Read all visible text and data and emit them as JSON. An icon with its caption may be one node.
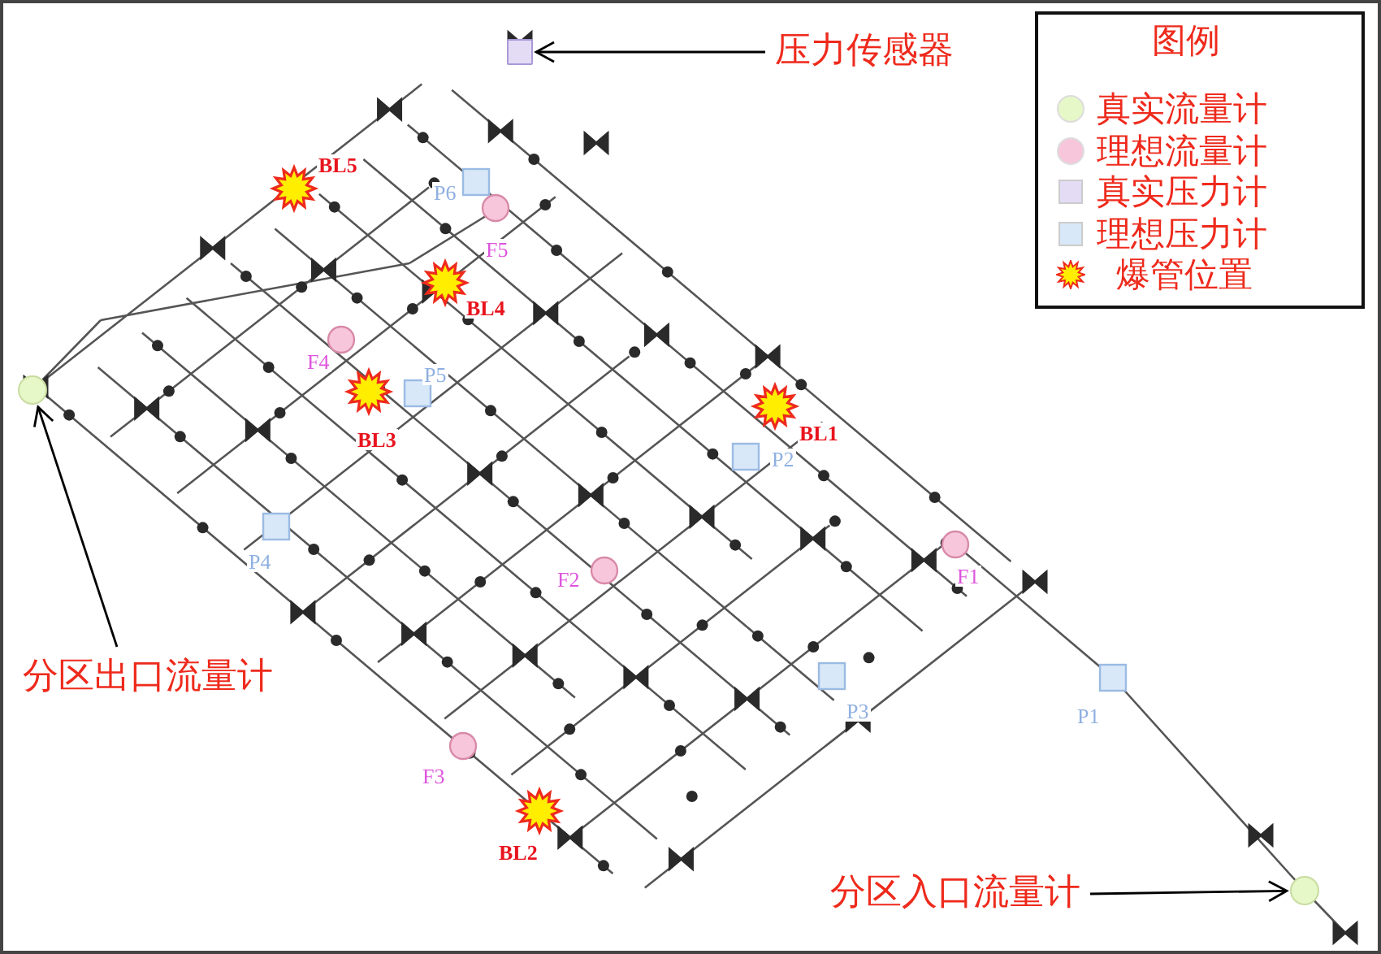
{
  "diagram": {
    "nodes": [
      {
        "text": [
          "压力传感器"
        ]
      },
      {
        "text": [],
        "shape": "box"
      },
      {
        "text": [
          "分区出口流量计"
        ]
      },
      {
        "text": [],
        "shape": "circle"
      },
      {
        "text": [
          "分区入口流量计"
        ]
      },
      {
        "text": [],
        "shape": "circle"
      }
    ],
    "edges": [
      {
        "from": 0,
        "to": 1,
        "arrow": "to"
      },
      {
        "from": 2,
        "to": 3,
        "arrow": "to"
      },
      {
        "from": 4,
        "to": 5,
        "arrow": "to"
      }
    ],
    "labels": [
      "图例",
      "BL5",
      "P6",
      "F5",
      "BL4",
      "F4",
      "P5",
      "BL1",
      "BL3",
      "P2",
      "P4",
      "F1",
      "F2",
      "P3",
      "P1",
      "F3",
      "BL2"
    ],
    "legend": [
      {
        "text": "真实流量计",
        "color": "#e6f7c8"
      },
      {
        "text": "理想流量计",
        "color": "#f7c6da"
      },
      {
        "text": "真实压力计",
        "color": "#e4dcf5"
      },
      {
        "text": "理想压力计",
        "color": "#d8e8f8"
      },
      {
        "text": "爆管位置",
        "color": "#ffee00"
      }
    ]
  }
}
